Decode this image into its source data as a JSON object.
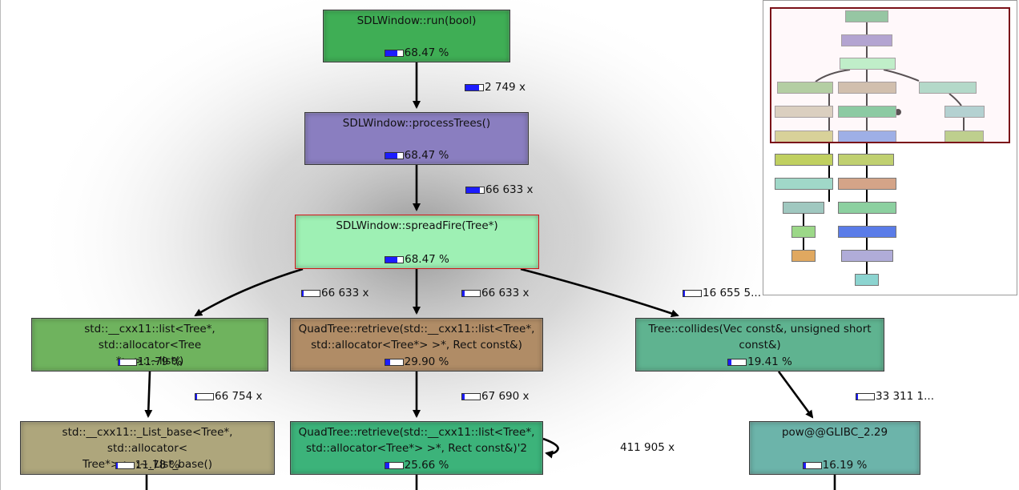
{
  "graph": {
    "nodes": [
      {
        "name": "node-sdlwindow-run",
        "label": "SDLWindow::run(bool)",
        "cost": "68.47 %",
        "fill": 0.68,
        "color": "#3fae55",
        "selected": false
      },
      {
        "name": "node-sdlwindow-processtrees",
        "label": "SDLWindow::processTrees()",
        "cost": "68.47 %",
        "fill": 0.68,
        "color": "#8a7ec0",
        "selected": false
      },
      {
        "name": "node-sdlwindow-spreadfire",
        "label": "SDLWindow::spreadFire(Tree*)",
        "cost": "68.47 %",
        "fill": 0.68,
        "color": "#9ef0b4",
        "selected": true
      },
      {
        "name": "node-list-destructor",
        "label": "std::__cxx11::list<Tree*, std::allocator<Tree\n*> >::~list()",
        "cost": "11.79 %",
        "fill": 0.12,
        "color": "#6fb35e",
        "selected": false
      },
      {
        "name": "node-quadtree-retrieve",
        "label": "QuadTree::retrieve(std::__cxx11::list<Tree*,\nstd::allocator<Tree*> >*, Rect const&)",
        "cost": "29.90 %",
        "fill": 0.3,
        "color": "#b08c66",
        "selected": false
      },
      {
        "name": "node-tree-collides",
        "label": "Tree::collides(Vec const&, unsigned short\nconst&)",
        "cost": "19.41 %",
        "fill": 0.19,
        "color": "#5fb390",
        "selected": false
      },
      {
        "name": "node-list-base-destructor",
        "label": "std::__cxx11::_List_base<Tree*, std::allocator<\nTree*> >::~_List_base()",
        "cost": "11.78 %",
        "fill": 0.12,
        "color": "#aea67c",
        "selected": false
      },
      {
        "name": "node-quadtree-retrieve-2",
        "label": "QuadTree::retrieve(std::__cxx11::list<Tree*,\nstd::allocator<Tree*> >*, Rect const&)'2",
        "cost": "25.66 %",
        "fill": 0.26,
        "color": "#3cb37a",
        "selected": false
      },
      {
        "name": "node-pow-glibc",
        "label": "pow@@GLIBC_2.29",
        "cost": "16.19 %",
        "fill": 0.16,
        "color": "#6cb4aa",
        "selected": false
      }
    ],
    "edges": [
      {
        "name": "edge-label-run-processtrees",
        "count": "2 749 x",
        "fill": 0.75,
        "has_bar": true
      },
      {
        "name": "edge-label-processtrees-spreadfire",
        "count": "66 633 x",
        "fill": 0.75,
        "has_bar": true
      },
      {
        "name": "edge-label-spreadfire-list",
        "count": "66 633 x",
        "fill": 0.1,
        "has_bar": true
      },
      {
        "name": "edge-label-spreadfire-retrieve",
        "count": "66 633 x",
        "fill": 0.15,
        "has_bar": true
      },
      {
        "name": "edge-label-spreadfire-collides",
        "count": "16 655 5...",
        "fill": 0.1,
        "has_bar": true
      },
      {
        "name": "edge-label-list-listbase",
        "count": "66 754 x",
        "fill": 0.1,
        "has_bar": true
      },
      {
        "name": "edge-label-retrieve-retrieve2",
        "count": "67 690 x",
        "fill": 0.15,
        "has_bar": true
      },
      {
        "name": "edge-label-collides-pow",
        "count": "33 311 1...",
        "fill": 0.1,
        "has_bar": true
      },
      {
        "name": "edge-label-retrieve2-recursive",
        "count": "411 905 x",
        "fill": 0,
        "has_bar": false
      }
    ]
  },
  "overview": {
    "nodes": [
      {
        "color": "#5fb37a"
      },
      {
        "color": "#8a7ec0"
      },
      {
        "color": "#9ef0b4"
      },
      {
        "color": "#8cbf7a"
      },
      {
        "color": "#b8a88a"
      },
      {
        "color": "#8ccfb4"
      },
      {
        "color": "#c8c0a6"
      },
      {
        "color": "#4fb87a"
      },
      {
        "color": "#8cc4c0"
      },
      {
        "color": "#c4c46a"
      },
      {
        "color": "#6a90e0"
      },
      {
        "color": "#9cc05a"
      },
      {
        "color": "#c0d060"
      },
      {
        "color": "#c0d070"
      },
      {
        "color": "#a0d8c8"
      },
      {
        "color": "#d4a488"
      },
      {
        "color": "#a0c8c0"
      },
      {
        "color": "#8cd0a0"
      },
      {
        "color": "#9cd888"
      },
      {
        "color": "#5a7ce8"
      },
      {
        "color": "#e0a860"
      },
      {
        "color": "#b0acd8"
      },
      {
        "color": "#8cd4d0"
      }
    ]
  },
  "colors": {
    "selected_border": "#d01818",
    "bar_fill": "#1c1cff",
    "overview_frame": "#7a1018"
  }
}
